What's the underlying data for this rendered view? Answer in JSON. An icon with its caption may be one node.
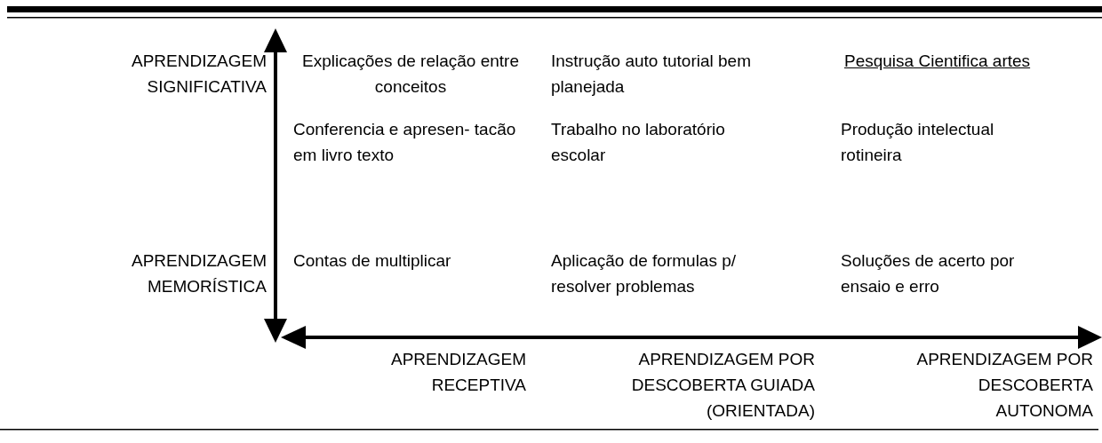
{
  "diagram": {
    "labels": [
      "APRENDIZAGEM SIGNIFICATIVA",
      "Explicações de relação entre conceitos",
      "Instrução auto tutorial bem planejada",
      "Pesquisa Cientifica artes",
      "Conferencia e apresen- tacão em livro texto",
      "Trabalho no laboratório escolar",
      "Produção intelectual rotineira",
      "APRENDIZAGEM MEMORÍSTICA",
      "Contas de multiplicar",
      "Aplicação de formulas p/ resolver problemas",
      "Soluções de acerto por ensaio e erro",
      "APRENDIZAGEM RECEPTIVA",
      "APRENDIZAGEM POR DESCOBERTA GUIADA (ORIENTADA)",
      "APRENDIZAGEM POR DESCOBERTA AUTONOMA"
    ]
  }
}
